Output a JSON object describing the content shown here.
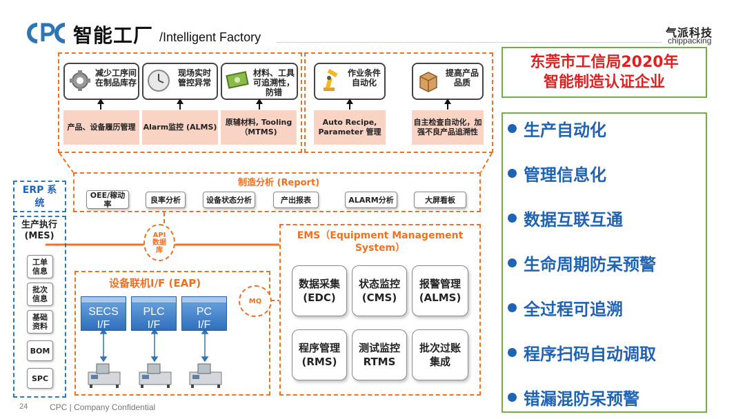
{
  "header": {
    "logo_text": "CPC",
    "title_cn": "智能工厂",
    "title_en": "/Intelligent Factory",
    "brand_cn": "气派科技",
    "brand_en": "chippacking"
  },
  "features": [
    {
      "icon": "gear-icon",
      "text": "减少工序间 在制品库存",
      "source": "产品、设备履历管理"
    },
    {
      "icon": "clock-icon",
      "text": "现场实时 管控异常",
      "source": "Alarm监控 (ALMS)"
    },
    {
      "icon": "money-icon",
      "text": "材料、工具可追溯性，防错",
      "source": "原辅材料, Tooling（MTMS)"
    },
    {
      "icon": "robot-arm-icon",
      "text": "作业条件 自动化",
      "source": "Auto Recipe, Parameter 管理"
    },
    {
      "icon": "box-icon",
      "text": "提高产品 品质",
      "source": "自主检查自动化，加强不良产品追溯性"
    }
  ],
  "report": {
    "title": "制造分析 (Report)",
    "items": [
      "OEE/稼动率",
      "良率分析",
      "设备状态分析",
      "产出报表",
      "ALARM分析",
      "大屏看板"
    ]
  },
  "left_panel": {
    "erp": "ERP 系统",
    "mes": "生产执行 (MES)",
    "items": [
      "工单 信息",
      "批次 信息",
      "基础 资料",
      "BOM",
      "SPC"
    ]
  },
  "connectors": {
    "api": "API 数据库",
    "mq": "MQ"
  },
  "eap": {
    "title": "设备联机I/F (EAP)",
    "interfaces": [
      "SECS I/F",
      "PLC I/F",
      "PC I/F"
    ]
  },
  "ems": {
    "title": "EMS（Equipment Management System）",
    "modules": [
      "数据采集 (EDC)",
      "状态监控 (CMS)",
      "报警管理 (ALMS)",
      "程序管理 (RMS)",
      "测试监控 RTMS",
      "批次过账 集成"
    ]
  },
  "certification": {
    "line1": "东莞市工信局2020年",
    "line2": "智能制造认证企业"
  },
  "benefits": [
    "生产自动化",
    "管理信息化",
    "数据互联互通",
    "生命周期防呆预警",
    "全过程可追溯",
    "程序扫码自动调取",
    "错漏混防呆预警"
  ],
  "footer": {
    "page": "24",
    "text": "CPC | Company Confidential"
  },
  "colors": {
    "orange": "#f07020",
    "blue": "#2e75b6",
    "red_title": "#e02020",
    "green_border": "#70b040",
    "pink": "#f9d3c4"
  }
}
